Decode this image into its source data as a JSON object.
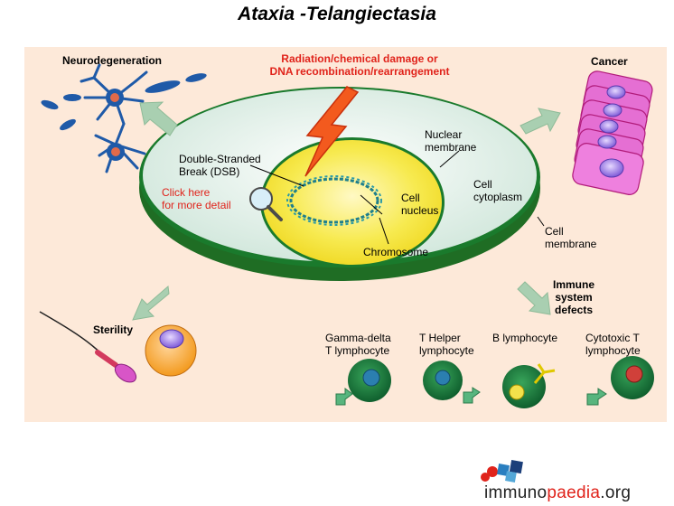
{
  "title": "Ataxia -Telangiectasia",
  "damage_label": {
    "line1": "Radiation/chemical damage or",
    "line2": "DNA recombination/rearrangement"
  },
  "labels": {
    "neurodegeneration": "Neurodegeneration",
    "cancer": "Cancer",
    "sterility": "Sterility",
    "immune": {
      "line1": "Immune",
      "line2": "system",
      "line3": "defects"
    },
    "dsb": {
      "line1": "Double-Stranded",
      "line2": "Break (DSB)"
    },
    "click": {
      "line1": "Click here",
      "line2": "for more detail"
    },
    "nuclear_membrane": {
      "line1": "Nuclear",
      "line2": "membrane"
    },
    "cell_cytoplasm": {
      "line1": "Cell",
      "line2": "cytoplasm"
    },
    "cell_nucleus": {
      "line1": "Cell",
      "line2": "nucleus"
    },
    "cell_membrane": {
      "line1": "Cell",
      "line2": "membrane"
    },
    "chromosome": "Chromosome"
  },
  "lymphocytes": [
    {
      "line1": "Gamma-delta",
      "line2": "T lymphocyte"
    },
    {
      "line1": "T Helper",
      "line2": "lymphocyte"
    },
    {
      "line1": "B lymphocyte",
      "line2": ""
    },
    {
      "line1": "Cytotoxic T",
      "line2": "lymphocyte"
    }
  ],
  "brand": {
    "part1": "immuno",
    "part2": "paedia",
    "part3": ".org"
  },
  "colors": {
    "panel": "#fde9d9",
    "cell_green": "#1a7a2c",
    "cytoplasm": "#dcefe7",
    "nucleus": "#f5e32a",
    "arrow": "#a9cfb1",
    "red_text": "#e0231b"
  },
  "icons": [
    "lightning-bolt-icon",
    "magnifier-icon",
    "neuron-icon",
    "cancer-cells-icon",
    "sperm-icon",
    "egg-cell-icon",
    "lymphocyte-icon",
    "immunopaedia-logo-icon"
  ]
}
